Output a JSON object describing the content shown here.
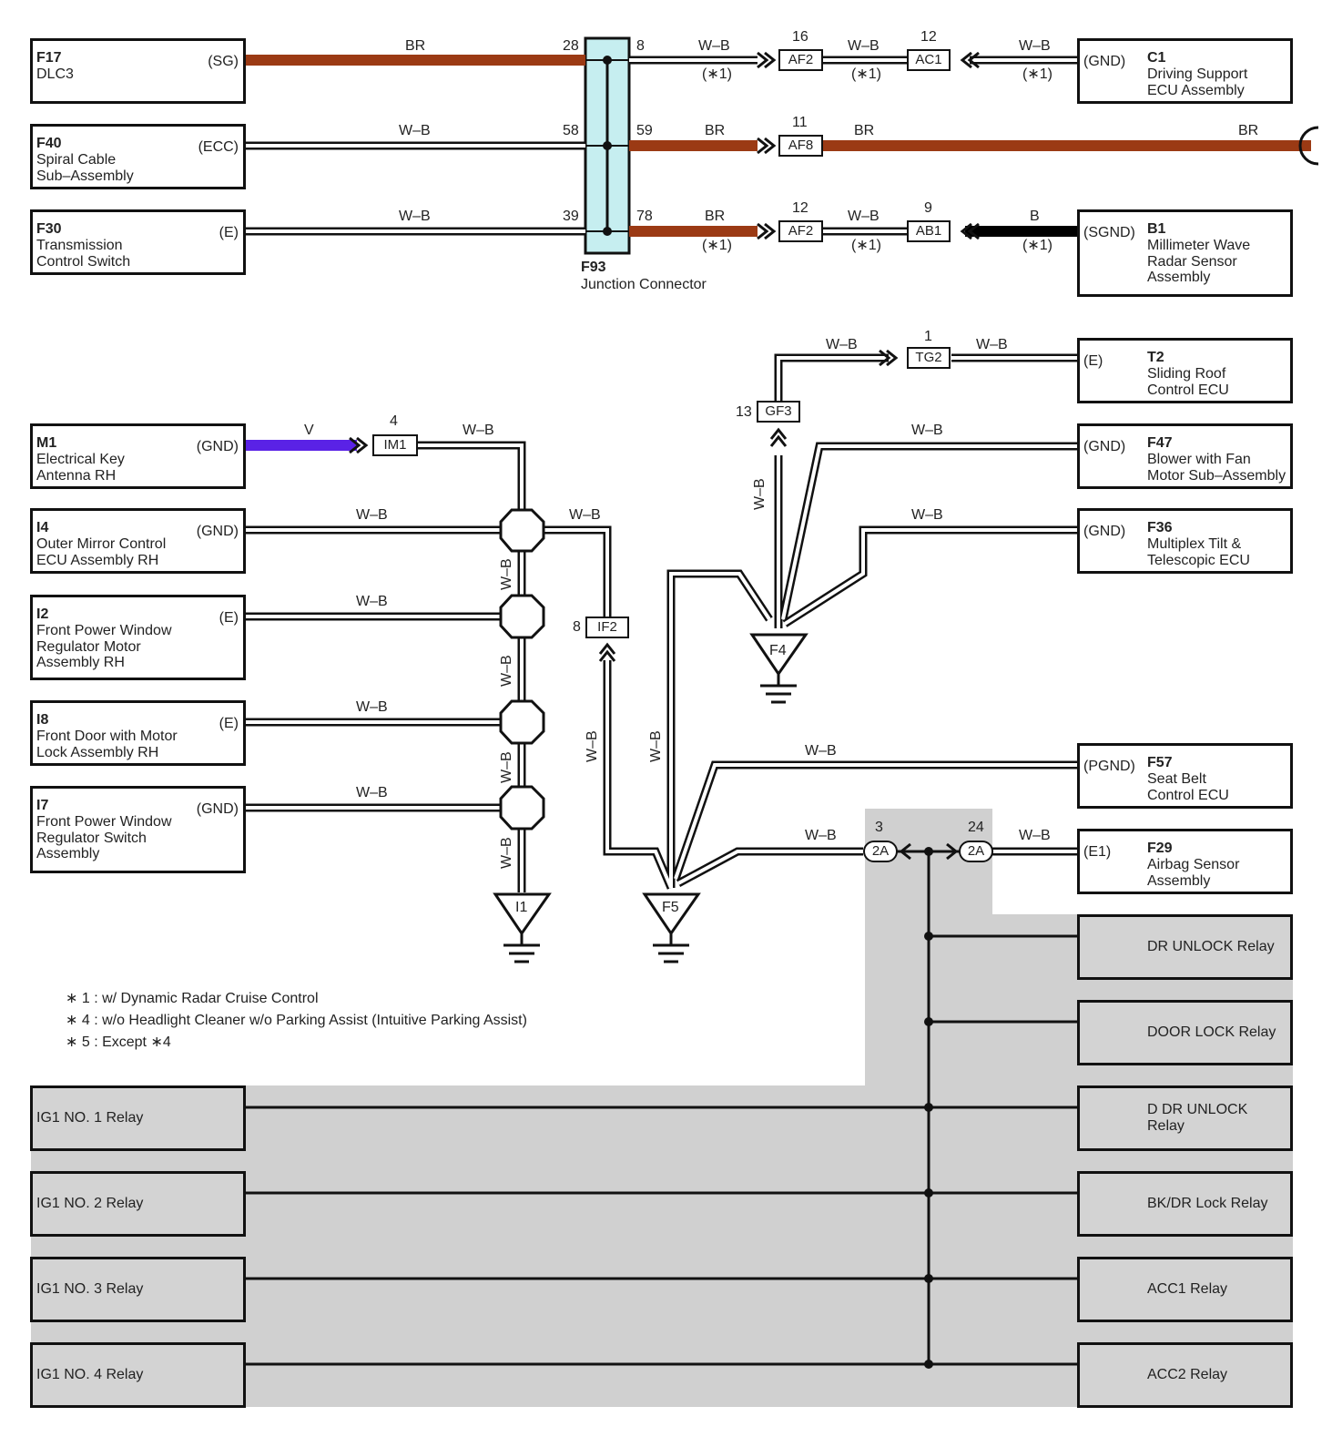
{
  "f93": {
    "code": "F93",
    "name": "Junction Connector"
  },
  "left_components": [
    {
      "id": "F17",
      "code": "F17",
      "name": "DLC3",
      "pin": "(SG)"
    },
    {
      "id": "F40",
      "code": "F40",
      "name": "Spiral Cable\nSub–Assembly",
      "pin": "(ECC)"
    },
    {
      "id": "F30",
      "code": "F30",
      "name": "Transmission\nControl Switch",
      "pin": "(E)"
    },
    {
      "id": "M1",
      "code": "M1",
      "name": "Electrical Key\nAntenna RH",
      "pin": "(GND)"
    },
    {
      "id": "I4",
      "code": "I4",
      "name": "Outer Mirror Control\nECU Assembly RH",
      "pin": "(GND)"
    },
    {
      "id": "I2",
      "code": "I2",
      "name": "Front Power Window\nRegulator Motor\nAssembly RH",
      "pin": "(E)"
    },
    {
      "id": "I8",
      "code": "I8",
      "name": "Front Door with Motor\nLock Assembly RH",
      "pin": "(E)"
    },
    {
      "id": "I7",
      "code": "I7",
      "name": "Front Power Window\nRegulator Switch\nAssembly",
      "pin": "(GND)"
    }
  ],
  "right_components": [
    {
      "id": "C1",
      "code": "C1",
      "name": "Driving Support\nECU Assembly",
      "pin": "(GND)"
    },
    {
      "id": "B1",
      "code": "B1",
      "name": "Millimeter Wave\nRadar Sensor\nAssembly",
      "pin": "(SGND)"
    },
    {
      "id": "T2",
      "code": "T2",
      "name": "Sliding Roof\nControl ECU",
      "pin": "(E)"
    },
    {
      "id": "F47",
      "code": "F47",
      "name": "Blower with Fan\nMotor Sub–Assembly",
      "pin": "(GND)"
    },
    {
      "id": "F36",
      "code": "F36",
      "name": "Multiplex Tilt &\nTelescopic ECU",
      "pin": "(GND)"
    },
    {
      "id": "F57",
      "code": "F57",
      "name": "Seat Belt\nControl ECU",
      "pin": "(PGND)"
    },
    {
      "id": "F29",
      "code": "F29",
      "name": "Airbag Sensor\nAssembly",
      "pin": "(E1)"
    }
  ],
  "relays_left": [
    "IG1 NO. 1 Relay",
    "IG1 NO. 2 Relay",
    "IG1 NO. 3 Relay",
    "IG1 NO. 4 Relay"
  ],
  "relays_right": [
    "DR UNLOCK Relay",
    "DOOR LOCK Relay",
    "D DR UNLOCK\nRelay",
    "BK/DR Lock Relay",
    "ACC1 Relay",
    "ACC2 Relay"
  ],
  "connectors": {
    "af2_top": "AF2",
    "ac1": "AC1",
    "af8": "AF8",
    "af2_bot": "AF2",
    "ab1": "AB1",
    "tg2": "TG2",
    "gf3": "GF3",
    "im1": "IM1",
    "if2": "IF2",
    "j2a_l": "2A",
    "j2a_r": "2A"
  },
  "pin_numbers": {
    "f93_28": "28",
    "f93_58": "58",
    "f93_39": "39",
    "f93_8": "8",
    "f93_59": "59",
    "f93_78": "78",
    "af2_top": "16",
    "ac1": "12",
    "af8": "11",
    "af2_bot": "12",
    "ab1": "9",
    "tg2": "1",
    "gf3": "13",
    "im1": "4",
    "if2": "8",
    "j2a_l": "3",
    "j2a_r": "24"
  },
  "wire_labels": {
    "br": "BR",
    "wb": "W–B",
    "b": "B",
    "v": "V",
    "star1": "(∗1)"
  },
  "grounds": [
    "F4",
    "I1",
    "F5"
  ],
  "notes": [
    "∗ 1 : w/ Dynamic Radar Cruise Control",
    "∗ 4 : w/o Headlight Cleaner w/o Parking Assist (Intuitive Parking Assist)",
    "∗ 5 : Except ∗4"
  ],
  "colors": {
    "br": "#9b3a14",
    "v": "#5a22e6",
    "b": "#000000",
    "junction_fill": "#c6eef0",
    "shade": "#d0d0d0"
  }
}
